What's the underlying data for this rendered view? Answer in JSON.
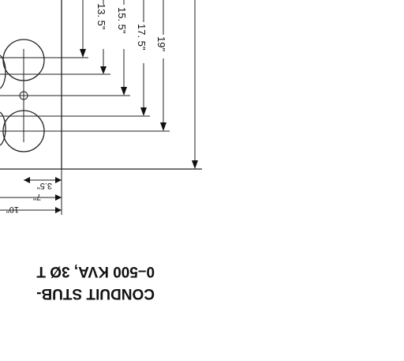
{
  "drawing": {
    "dimensions": {
      "d_13_5": "13. 5\"",
      "d_15_5": "15. 5\"",
      "d_17_5": "17. 5\"",
      "d_19": "19\"",
      "d_3_5": "3.5\"",
      "d_7": "7\"",
      "d_10": "10\""
    },
    "title": {
      "line1": "CONDUIT STUB-",
      "line2": "0–500 KVA, 3Ø T"
    }
  }
}
